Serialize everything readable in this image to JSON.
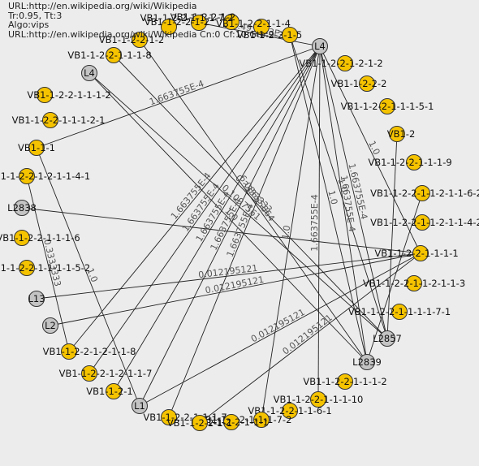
{
  "header": {
    "url": "URL:http://en.wikipedia.org/wiki/Wikipedia",
    "tr": "Tr:0.95, Tt:3",
    "algo": "Algo:vips",
    "url2": "URL:http://en.wikipedia.org/wiki/Wikipedia Cn:0 Cf:10 Gtb:9"
  },
  "nodes": [
    {
      "id": "n01",
      "label": "VB1-1-2-2-1-2",
      "kind": "vb"
    },
    {
      "id": "n02",
      "label": "VB1-1-2-2-1-1-4",
      "kind": "vb"
    },
    {
      "id": "n03",
      "label": "VB1-1-2-2-1-5",
      "kind": "vb"
    },
    {
      "id": "n04",
      "label": "VB1-1-2-2-1-2",
      "kind": "vb"
    },
    {
      "id": "n05",
      "label": "VB1-1-2-2-1-1-1-8",
      "kind": "vb"
    },
    {
      "id": "n06",
      "label": "L4",
      "kind": "leaf"
    },
    {
      "id": "n07",
      "label": "L4",
      "kind": "leaf"
    },
    {
      "id": "n08",
      "label": "VB1-1-2-2-1-2-1-2",
      "kind": "vb"
    },
    {
      "id": "n09",
      "label": "VB1-1-2-2-2",
      "kind": "vb"
    },
    {
      "id": "n10",
      "label": "VB1-1-2-2-1-1-1-2",
      "kind": "vb"
    },
    {
      "id": "n11",
      "label": "VB1-1-2-2-1-1-1-5-1",
      "kind": "vb"
    },
    {
      "id": "n12",
      "label": "VB1-1-2-2-1-1-1-2-1",
      "kind": "vb"
    },
    {
      "id": "n13",
      "label": "VB1-2",
      "kind": "vb"
    },
    {
      "id": "n14",
      "label": "VB1-1-1",
      "kind": "vb"
    },
    {
      "id": "n15",
      "label": "VB1-1-2-2-1-1-1-9",
      "kind": "vb"
    },
    {
      "id": "n16",
      "label": "VB1-1-2-2-1-2-1-1-4-1",
      "kind": "vb"
    },
    {
      "id": "n17",
      "label": "VB1-1-2-2-1-1-2-1-1-6-2",
      "kind": "vb"
    },
    {
      "id": "n18",
      "label": "L2838",
      "kind": "leaf"
    },
    {
      "id": "n19",
      "label": "VB1-1-2-2-1-1-2-1-1-4-2",
      "kind": "vb"
    },
    {
      "id": "n20",
      "label": "VB1-1-2-2-1-1-1-6",
      "kind": "vb"
    },
    {
      "id": "n21",
      "label": "VB1-1-2-2-1-1-1-1",
      "kind": "vb"
    },
    {
      "id": "n22",
      "label": "VB1-1-2-2-1-1-1-1-5-2",
      "kind": "vb"
    },
    {
      "id": "n23",
      "label": "VB1-1-2-2-1-1-2-1-1-3",
      "kind": "vb"
    },
    {
      "id": "n24",
      "label": "L13",
      "kind": "leaf"
    },
    {
      "id": "n25",
      "label": "VB1-1-2-2-1-1-1-1-7-1",
      "kind": "vb"
    },
    {
      "id": "n26",
      "label": "L2",
      "kind": "leaf"
    },
    {
      "id": "n27",
      "label": "L2857",
      "kind": "leaf"
    },
    {
      "id": "n28",
      "label": "VB1-1-2-2-1-2-1-1-8",
      "kind": "vb"
    },
    {
      "id": "n29",
      "label": "L2839",
      "kind": "leaf"
    },
    {
      "id": "n30",
      "label": "VB1-1-2-2-1-2-1-1-7",
      "kind": "vb"
    },
    {
      "id": "n31",
      "label": "VB1-1-2-2-1-1-1-2",
      "kind": "vb"
    },
    {
      "id": "n32",
      "label": "VB1-1-2-1",
      "kind": "vb"
    },
    {
      "id": "n33",
      "label": "VB1-1-2-2-1-1-1-10",
      "kind": "vb"
    },
    {
      "id": "n34",
      "label": "L1",
      "kind": "leaf"
    },
    {
      "id": "n35",
      "label": "VB1-1-2-2-1-1-6-1",
      "kind": "vb"
    },
    {
      "id": "n36",
      "label": "VB1-1-2-2-1-1-1-7",
      "kind": "vb"
    },
    {
      "id": "n37",
      "label": "VB1-1-2-2-1-1-1-7-2",
      "kind": "vb"
    },
    {
      "id": "n38",
      "label": "VB1-1-2-2-1-1-1",
      "kind": "vb"
    },
    {
      "id": "n39",
      "label": "VB1-1-2-2-1-1",
      "kind": "vb"
    },
    {
      "id": "n40",
      "label": "VB1-1-2-2-1-1-1-7-2",
      "kind": "vb"
    },
    {
      "id": "n41",
      "label": "VB1-1-2-2-1-2",
      "kind": "vb"
    }
  ],
  "edges": [
    {
      "from": "n07",
      "to": "n14",
      "label": "1.663755E-4"
    },
    {
      "from": "n07",
      "to": "n28",
      "label": "1.663755E-4"
    },
    {
      "from": "n07",
      "to": "n30",
      "label": "1.663755E-4"
    },
    {
      "from": "n07",
      "to": "n32",
      "label": "1.663755E-4"
    },
    {
      "from": "n07",
      "to": "n29",
      "label": "1.663755E-4"
    },
    {
      "from": "n07",
      "to": "n27",
      "label": "1.663755E-4"
    },
    {
      "from": "n07",
      "to": "n21",
      "label": "1.0"
    },
    {
      "from": "n07",
      "to": "n33",
      "label": "1.663755E-4"
    },
    {
      "from": "n07",
      "to": "n40",
      "label": "2.495633E-4"
    },
    {
      "from": "n07",
      "to": "n37",
      "label": "1.0"
    },
    {
      "from": "n07",
      "to": "n36",
      "label": "1.663755E-4"
    },
    {
      "from": "n07",
      "to": "n34",
      "label": "1.663755E-4"
    },
    {
      "from": "n06",
      "to": "n27",
      "label": "0.1097561"
    },
    {
      "from": "n06",
      "to": "n29",
      "label": "1.0"
    },
    {
      "from": "n03",
      "to": "n29",
      "label": "1.0"
    },
    {
      "from": "n03",
      "to": "n27",
      "label": "1.0"
    },
    {
      "from": "n04",
      "to": "n29",
      "label": "6.08655864"
    },
    {
      "from": "n05",
      "to": "n27",
      "label": "0.3333333"
    },
    {
      "from": "n18",
      "to": "n21",
      "label": ""
    },
    {
      "from": "n24",
      "to": "n21",
      "label": "0.012195121"
    },
    {
      "from": "n26",
      "to": "n21",
      "label": "0.012195121"
    },
    {
      "from": "n34",
      "to": "n21",
      "label": "0.012195121"
    },
    {
      "from": "n39",
      "to": "n21",
      "label": "0.012195121"
    },
    {
      "from": "n14",
      "to": "n34",
      "label": "1.0"
    },
    {
      "from": "n16",
      "to": "n28",
      "label": "0.3333333"
    },
    {
      "from": "n13",
      "to": "n27",
      "label": ""
    },
    {
      "from": "n17",
      "to": "n29",
      "label": ""
    }
  ]
}
